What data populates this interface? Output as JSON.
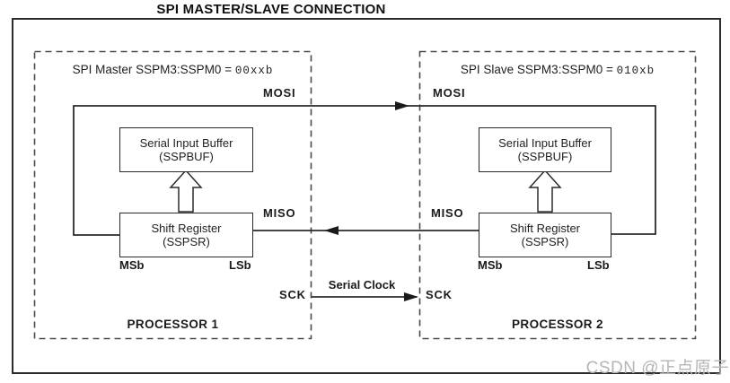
{
  "title": "SPI MASTER/SLAVE CONNECTION",
  "master": {
    "mode_label": "SPI Master SSPM3:SSPM0 = ",
    "mode_value": "00xxb",
    "buffer_line1": "Serial Input Buffer",
    "buffer_line2": "(SSPBUF)",
    "shift_line1": "Shift Register",
    "shift_line2": "(SSPSR)",
    "msb": "MSb",
    "lsb": "LSb",
    "mosi": "MOSI",
    "miso": "MISO",
    "sck": "SCK",
    "processor": "PROCESSOR 1"
  },
  "slave": {
    "mode_label": "SPI Slave SSPM3:SSPM0 = ",
    "mode_value": "010xb",
    "buffer_line1": "Serial Input Buffer",
    "buffer_line2": "(SSPBUF)",
    "shift_line1": "Shift Register",
    "shift_line2": "(SSPSR)",
    "msb": "MSb",
    "lsb": "LSb",
    "mosi": "MOSI",
    "miso": "MISO",
    "sck": "SCK",
    "processor": "PROCESSOR 2"
  },
  "signals": {
    "serial_clock": "Serial Clock"
  },
  "watermark": "CSDN @正点原子",
  "colors": {
    "line": "#2b2b2b",
    "dashed_border": "#4a4a4a",
    "text": "#1a1a1a",
    "watermark": "#b5b5b5",
    "background": "#ffffff"
  }
}
